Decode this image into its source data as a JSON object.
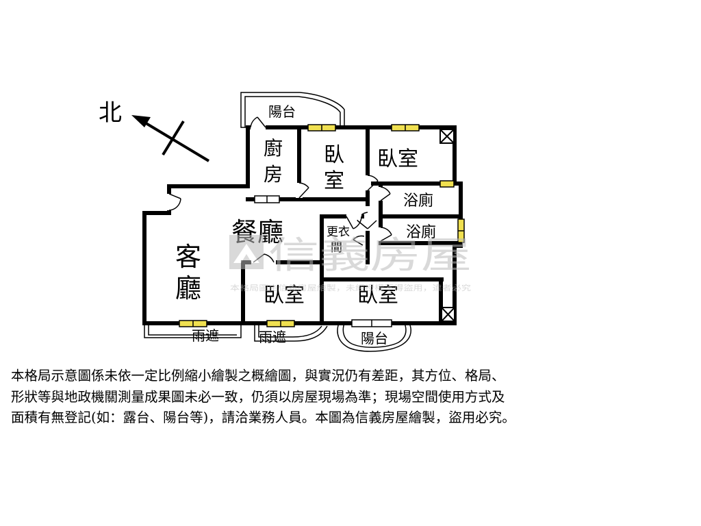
{
  "compass": {
    "north_label": "北"
  },
  "rooms": {
    "balcony_top": "陽台",
    "kitchen_1": "廚",
    "kitchen_2": "房",
    "bedroom_top_a_1": "臥",
    "bedroom_top_a_2": "室",
    "bedroom_top_b": "臥室",
    "bath_upper": "浴廁",
    "bath_lower": "浴廁",
    "closet_1": "更衣",
    "closet_2": "間",
    "dining": "餐廳",
    "living_1": "客",
    "living_2": "廳",
    "bedroom_bottom_small": "臥室",
    "bedroom_bottom_large": "臥室",
    "canopy_left": "雨遮",
    "canopy_right": "雨遮",
    "balcony_bottom": "陽台"
  },
  "watermark": {
    "brand": "信義房屋",
    "subtext": "本格局圖由信義房屋繪製，未經授權不得盜用，違者必究"
  },
  "disclaimer": "本格局示意圖係未依一定比例縮小繪製之概繪圖，與實況仍有差距，其方位、格局、\n形狀等與地政機關測量成果圖未必一致，仍須以房屋現場為準；現場空間使用方式及\n面積有無登記(如：露台、陽台等)，請洽業務人員。本圖為信義房屋繪製，盜用必究。",
  "colors": {
    "wall": "#000000",
    "window": "#f0e050",
    "watermark": "#bbbbbb"
  }
}
